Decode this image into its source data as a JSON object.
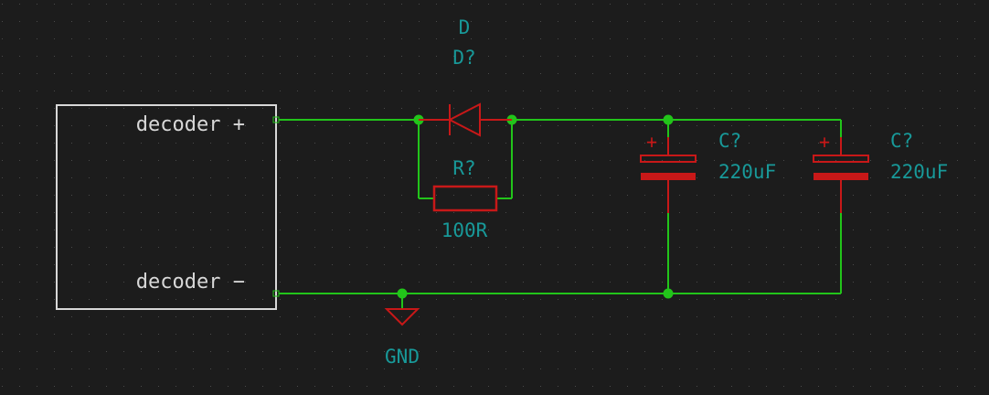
{
  "colors": {
    "background": "#1c1c1c",
    "grid_dot": "#4a4a4a",
    "wire": "#22c41a",
    "junction": "#22c41a",
    "symbol": "#c81818",
    "ref_text": "#189999",
    "block_outline": "#d8d8d8",
    "pin_text": "#d8d8d8"
  },
  "decoder_block": {
    "pin_plus": "decoder +",
    "pin_minus": "decoder −"
  },
  "diode": {
    "value": "D",
    "reference": "D?"
  },
  "resistor": {
    "reference": "R?",
    "value": "100R"
  },
  "capacitor_1": {
    "plus_sign": "+",
    "reference": "C?",
    "value": "220uF"
  },
  "capacitor_2": {
    "plus_sign": "+",
    "reference": "C?",
    "value": "220uF"
  },
  "ground": {
    "label": "GND"
  }
}
